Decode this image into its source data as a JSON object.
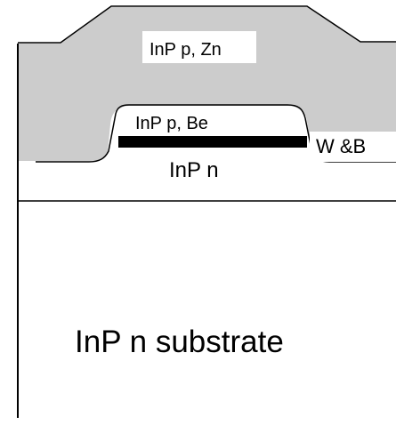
{
  "labels": {
    "p_zn": "InP p, Zn",
    "p_be": "InP p, Be",
    "wb": "W &B",
    "inp_n": "InP n",
    "substrate": "InP n substrate"
  },
  "colors": {
    "overgrowth": "#cccccc",
    "label_bg": "#ffffff",
    "line": "#000000",
    "buried_layer": "#000000",
    "background": "#ffffff"
  }
}
